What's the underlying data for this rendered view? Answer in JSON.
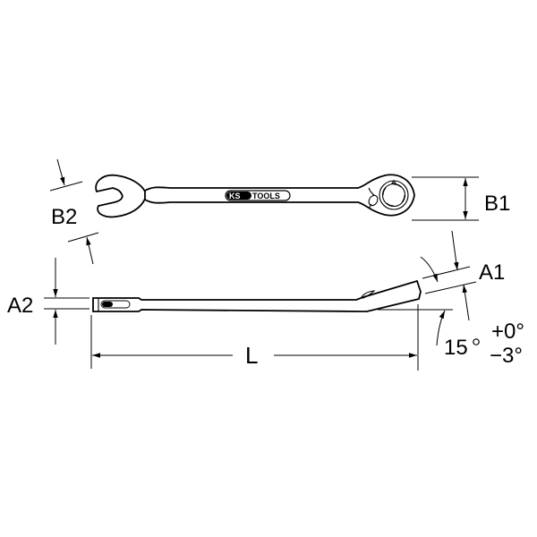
{
  "diagram": {
    "subject": "Ratcheting combination wrench dimension drawing",
    "brand": {
      "logo_left": "KS",
      "logo_right": "TOOLS"
    },
    "top_view": {
      "labels": {
        "b1": "B1",
        "b2": "B2"
      }
    },
    "side_view": {
      "labels": {
        "a1": "A1",
        "a2": "A2",
        "length": "L"
      },
      "angle": {
        "value": "15",
        "degree_symbol": "°",
        "tolerance_plus": "+0°",
        "tolerance_minus": "−3°"
      }
    },
    "colors": {
      "line": "#000000",
      "background": "#ffffff"
    }
  }
}
